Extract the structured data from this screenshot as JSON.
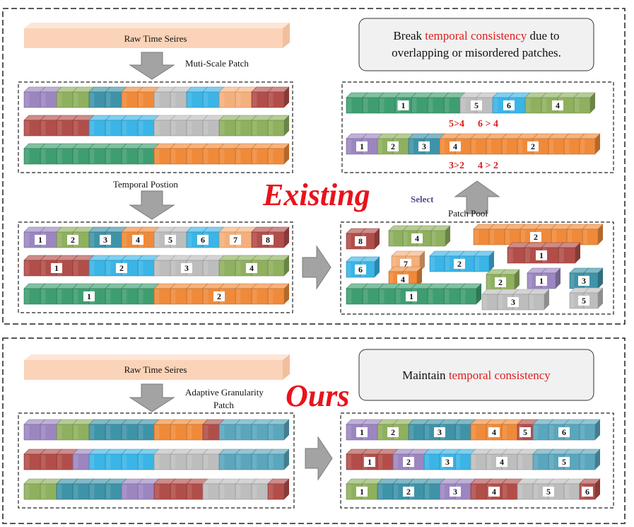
{
  "existing": {
    "label": "Existing",
    "raw_series": "Raw Time Seires",
    "multi_scale_patch": "Muti-Scale Patch",
    "temporal_position": "Temporal Postion",
    "select": "Select",
    "patch_pool": "Patch Pool",
    "note_line1_pre": "Break ",
    "note_line1_red": "temporal consistency",
    "note_line1_post": " due to",
    "note_line2": "overlapping or misordered patches.",
    "compare_1a": "5>4",
    "compare_1b": "6 > 4",
    "compare_2a": "3>2",
    "compare_2b": "4 > 2"
  },
  "ours": {
    "label": "Ours",
    "raw_series": "Raw Time Seires",
    "adaptive_line1": "Adaptive Granularity",
    "adaptive_line2": "Patch",
    "note_pre": "Maintain ",
    "note_red": "temporal consistency"
  },
  "colors": {
    "purple": "#9b86c0",
    "olive": "#8fb05f",
    "teal": "#3f93a8",
    "orange": "#ef8a3a",
    "grey": "#bdbdbd",
    "sky": "#3bb4e6",
    "peach": "#f4b07c",
    "maroon": "#b24e4a",
    "green": "#3f9e71",
    "steel": "#5aa6bd",
    "raw_bar": "#fbd3b8"
  }
}
